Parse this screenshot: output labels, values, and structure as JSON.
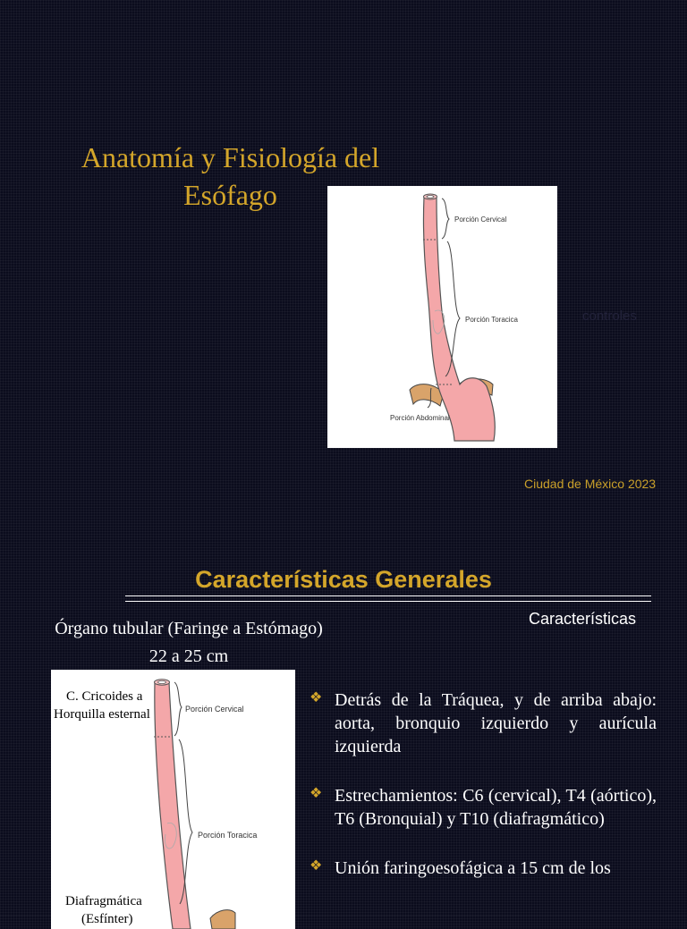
{
  "slide1": {
    "title_line1": "Anatomía y Fisiología del",
    "title_line2": "Esófago",
    "faint_text": "controles",
    "city_year": "Ciudad de México 2023",
    "figure": {
      "label_cervical": "Porción Cervical",
      "label_toracica": "Porción Toracica",
      "label_abdominal": "Porción Abdominal"
    }
  },
  "slide2": {
    "title": "Características Generales",
    "subtitle_right": "Características",
    "organ_line1": "Órgano tubular (Faringe a Estómago)",
    "organ_line2": "22 a 25 cm",
    "figure": {
      "label_cricoides_1": "C. Cricoides a",
      "label_cricoides_2": "Horquilla esternal",
      "label_cervical": "Porción Cervical",
      "label_toracica": "Porción Toracica",
      "label_diafragmatica_1": "Diafragmática",
      "label_diafragmatica_2": "(Esfínter)"
    },
    "bullets": [
      {
        "icon": "diamond-bullet-icon",
        "text": "Detrás de la Tráquea, y de arriba abajo: aorta, bronquio izquierdo y aurícula izquierda"
      },
      {
        "icon": "diamond-bullet-icon",
        "text": "Estrechamientos: C6 (cervical), T4 (aórtico), T6 (Bronquial) y T10 (diafragmático)"
      },
      {
        "icon": "diamond-bullet-icon",
        "text": "Unión faringoesofágica a 15 cm de los"
      }
    ]
  },
  "colors": {
    "background": "#0b0c1d",
    "title_gold": "#d4a62a",
    "esophagus_pink": "#f4a7a9",
    "outline": "#333333"
  }
}
